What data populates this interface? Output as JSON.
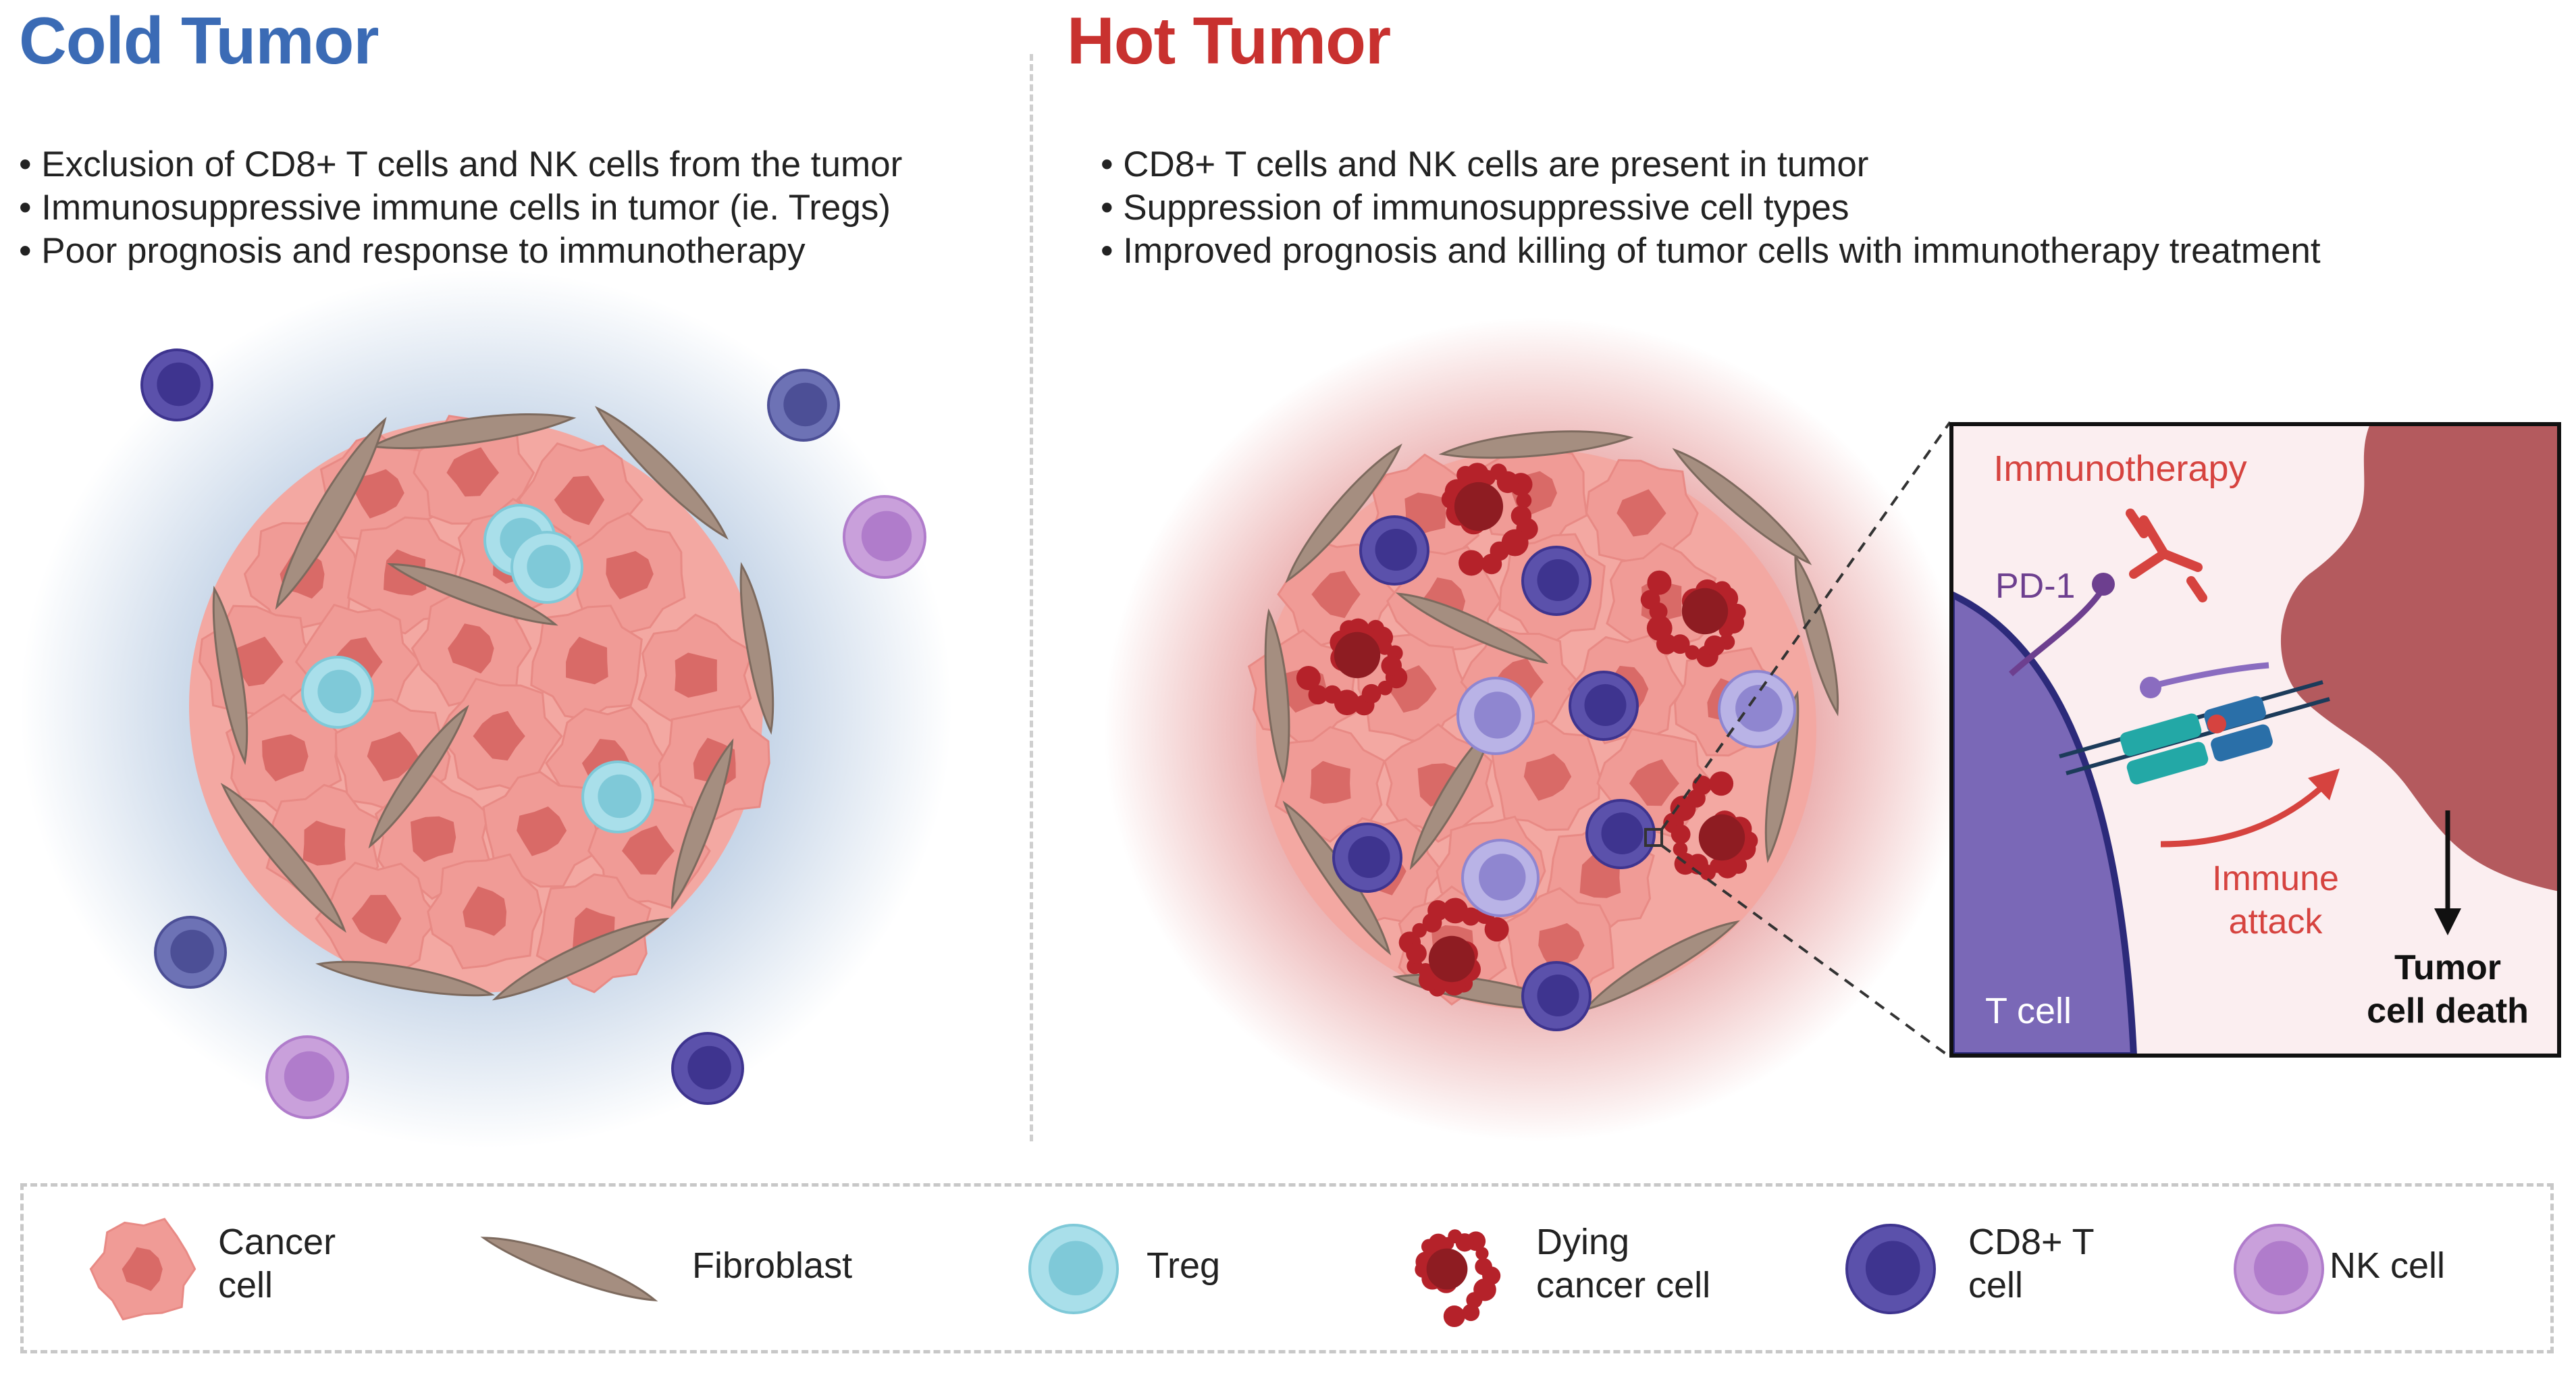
{
  "cold": {
    "title": "Cold Tumor",
    "bullets": [
      "Exclusion of CD8+ T cells and NK cells from the tumor",
      "Immunosuppressive immune cells in tumor (ie. Tregs)",
      "Poor prognosis and response to immunotherapy"
    ],
    "glow_color": "#8aa9cf"
  },
  "hot": {
    "title": "Hot Tumor",
    "bullets": [
      "CD8+ T cells and NK cells are present in tumor",
      "Suppression of immunosuppressive cell types",
      "Improved prognosis and killing of tumor cells with immunotherapy treatment"
    ],
    "glow_color": "#d24b4b"
  },
  "inset": {
    "immunotherapy": "Immunotherapy",
    "pd1": "PD-1",
    "immune_attack_1": "Immune",
    "immune_attack_2": "attack",
    "tumor_death_1": "Tumor",
    "tumor_death_2": "cell death",
    "t_cell": "T cell"
  },
  "legend": {
    "cancer_cell": [
      "Cancer",
      "cell"
    ],
    "fibroblast": "Fibroblast",
    "treg": "Treg",
    "dying_cancer_cell": [
      "Dying",
      "cancer cell"
    ],
    "cd8_t_cell": [
      "CD8+ T",
      "cell"
    ],
    "nk_cell": "NK cell"
  },
  "colors": {
    "cold_title": "#3b6bb5",
    "hot_title": "#c8312f",
    "cancer": "#f09b96",
    "cancer_nucleus": "#d96a67",
    "fibroblast": "#a58e80",
    "treg": "#a9dfea",
    "dying": "#b5222a",
    "cd8": "#5b51ab",
    "nk": "#c9a0db",
    "tcell_inset": "#7a68b7",
    "tumor_inset": "#b45a5e"
  }
}
